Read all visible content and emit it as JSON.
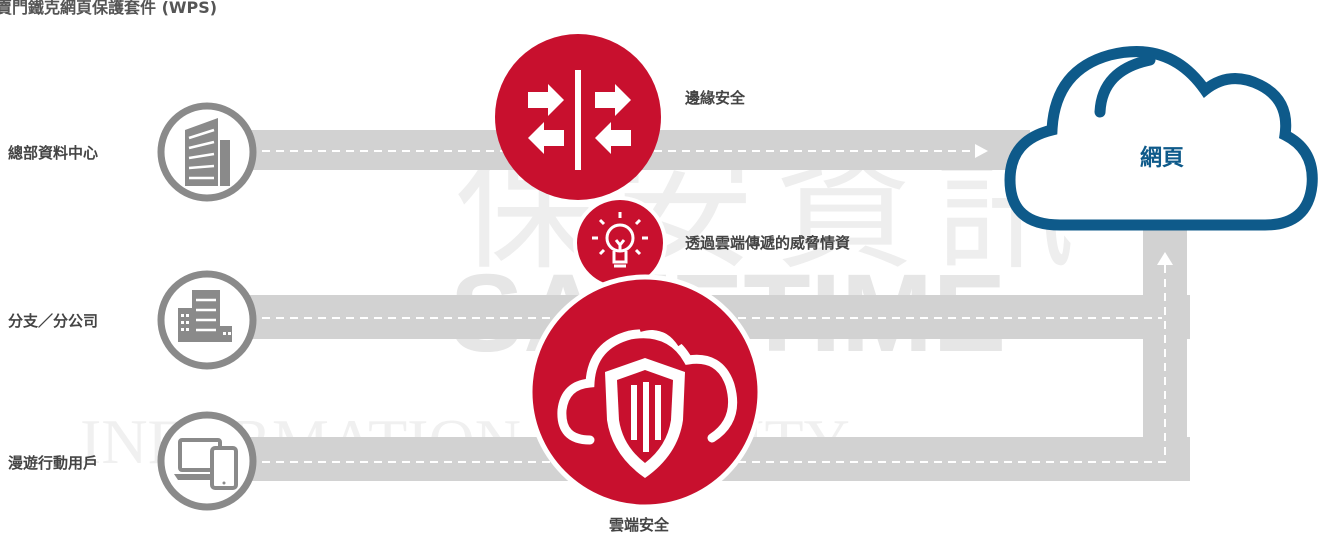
{
  "title": "賣門鐵克網頁保護套件 (WPS)",
  "sources": [
    {
      "label": "總部資料中心",
      "icon": "office-building-icon"
    },
    {
      "label": "分支／分公司",
      "icon": "branch-buildings-icon"
    },
    {
      "label": "漫遊行動用戶",
      "icon": "laptop-phone-icon"
    }
  ],
  "nodes": {
    "edge": {
      "label": "邊緣安全",
      "icon": "edge-arrows-icon"
    },
    "intel": {
      "label": "透過雲端傳遞的威脅情資",
      "icon": "lightbulb-icon"
    },
    "cloud_security": {
      "label": "雲端安全",
      "icon": "cloud-shield-icon"
    }
  },
  "destination": {
    "label": "網頁",
    "icon": "cloud-icon"
  },
  "colors": {
    "red": "#c8102e",
    "blue": "#0e5a8a",
    "gray": "#8a8a8a",
    "band": "#d2d2d2"
  },
  "watermark": {
    "line1": "保安資訊",
    "line2": "SAFETIME",
    "line3": "INFORMATION SECURITY"
  }
}
